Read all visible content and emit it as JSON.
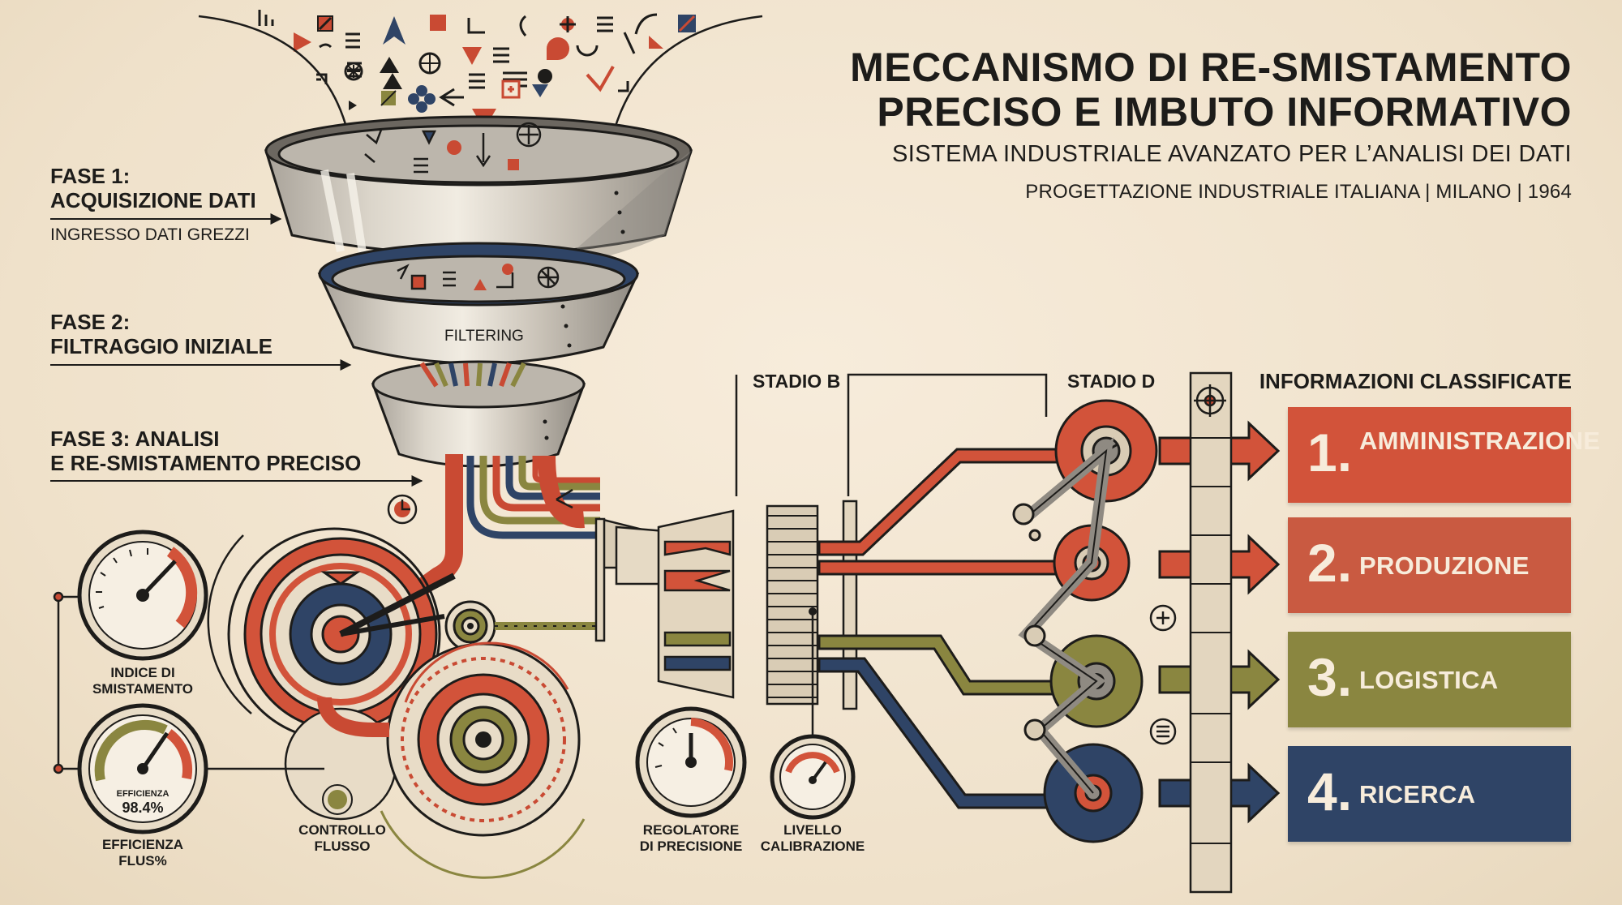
{
  "header": {
    "title_line1": "MECCANISMO DI RE-SMISTAMENTO",
    "title_line2": "PRECISO E IMBUTO INFORMATIVO",
    "subtitle": "SISTEMA INDUSTRIALE AVANZATO PER L’ANALISI DEI DATI",
    "caption": "PROGETTAZIONE INDUSTRIALE ITALIANA | MILANO | 1964"
  },
  "phases": {
    "fase1_line1": "FASE 1:",
    "fase1_line2": "ACQUISIZIONE DATI",
    "fase1_sub": "INGRESSO DATI GREZZI",
    "fase2_line1": "FASE 2:",
    "fase2_line2": "FILTRAGGIO INIZIALE",
    "fase3_line1": "FASE 3: ANALISI",
    "fase3_line2": "E RE-SMISTAMENTO PRECISO"
  },
  "funnel": {
    "filter_label": "FILTERING"
  },
  "stages": {
    "stadio_b": "STADIO B",
    "stadio_d": "STADIO D"
  },
  "gauges": {
    "indice_line1": "INDICE DI",
    "indice_line2": "SMISTAMENTO",
    "efficienza_inner_label": "EFFICIENZA",
    "efficienza_inner_value": "98.4%",
    "efficienza_line1": "EFFICIENZA",
    "efficienza_line2": "FLUS%",
    "controllo_line1": "CONTROLLO",
    "controllo_line2": "FLUSSO",
    "regolatore_line1": "REGOLATORE",
    "regolatore_line2": "DI PRECISIONE",
    "livello_line1": "LIVELLO",
    "livello_line2": "CALIBRAZIONE"
  },
  "output": {
    "title": "INFORMAZIONI CLASSIFICATE",
    "categories": [
      {
        "number": "1.",
        "label": "AMMINISTRAZIONE",
        "color": "#d2533a",
        "icons": [
          "warning-icon",
          "pie-chart-icon",
          "diamond-icon",
          "copy-icon",
          "trend-chart-icon"
        ]
      },
      {
        "number": "2.",
        "label": "PRODUZIONE",
        "color": "#c95a41",
        "icons": [
          "gear-icon",
          "upload-icon",
          "list-icon"
        ]
      },
      {
        "number": "3.",
        "label": "LOGISTICA",
        "color": "#8a8640",
        "icons": [
          "download-icon",
          "folder-icon",
          "airplane-icon"
        ]
      },
      {
        "number": "4.",
        "label": "RICERCA",
        "color": "#2f4466",
        "icons": [
          "gear-icon",
          "search-icon",
          "bar-chart-icon"
        ]
      }
    ]
  },
  "colors": {
    "red": "#d2533a",
    "olive": "#8a8640",
    "navy": "#2f4466",
    "background": "#f2e6d3",
    "ink": "#1d1c1a"
  }
}
